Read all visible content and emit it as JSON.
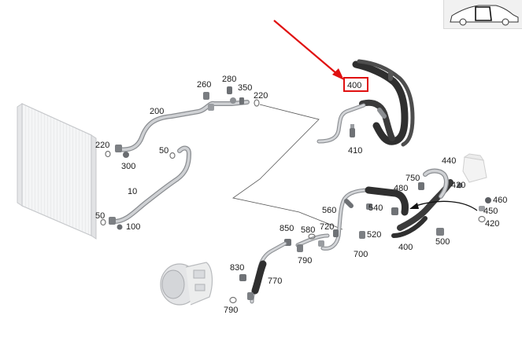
{
  "labels": [
    {
      "text": "260"
    },
    {
      "text": "280"
    },
    {
      "text": "350"
    },
    {
      "text": "220"
    },
    {
      "text": "200"
    },
    {
      "text": "220"
    },
    {
      "text": "300"
    },
    {
      "text": "50"
    },
    {
      "text": "10"
    },
    {
      "text": "50"
    },
    {
      "text": "100"
    },
    {
      "text": "400"
    },
    {
      "text": "410"
    },
    {
      "text": "440"
    },
    {
      "text": "750"
    },
    {
      "text": "420"
    },
    {
      "text": "480"
    },
    {
      "text": "560"
    },
    {
      "text": "540"
    },
    {
      "text": "460"
    },
    {
      "text": "450"
    },
    {
      "text": "420"
    },
    {
      "text": "720"
    },
    {
      "text": "850"
    },
    {
      "text": "580"
    },
    {
      "text": "520"
    },
    {
      "text": "790"
    },
    {
      "text": "700"
    },
    {
      "text": "400"
    },
    {
      "text": "500"
    },
    {
      "text": "830"
    },
    {
      "text": "770"
    },
    {
      "text": "790"
    }
  ],
  "highlight": {
    "label_index": 11,
    "color": "#e01010"
  },
  "colors": {
    "hose_dark": "#3c3c3c",
    "pipe_light": "#b9bcc0",
    "pipe_edge": "#8a8d91",
    "arrow": "#e01010"
  },
  "icons": {
    "car_thumbnail": "car-door-icon",
    "condenser": "condenser-unit",
    "compressor": "ac-compressor"
  }
}
